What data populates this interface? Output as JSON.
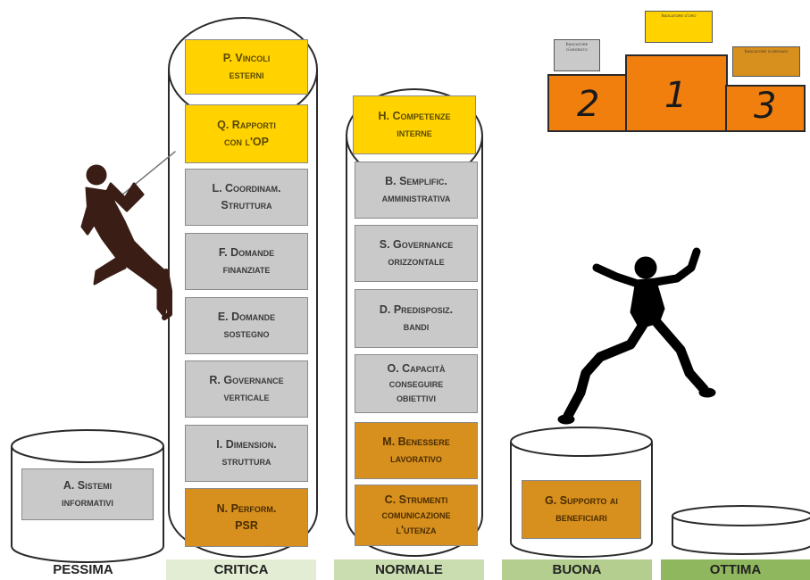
{
  "colors": {
    "yellow": "#FFD200",
    "grey": "#C9C9C9",
    "orange": "#D7901E",
    "podium_orange": "#F07F0E",
    "band_critica": "#E3EDD3",
    "band_normale": "#CADDB0",
    "band_buona": "#B3CE8E",
    "band_ottima": "#8FB75E"
  },
  "categories": {
    "pessima": "PESSIMA",
    "critica": "CRITICA",
    "normale": "NORMALE",
    "buona": "BUONA",
    "ottima": "OTTIMA"
  },
  "boxes": {
    "a": {
      "line1": "A. Sistemi",
      "line2": "informativi"
    },
    "p": {
      "line1": "P. Vincoli",
      "line2": "esterni"
    },
    "q": {
      "line1": "Q. Rapporti",
      "line2": "con l'OP"
    },
    "l": {
      "line1": "L. Coordinam.",
      "line2": "Struttura"
    },
    "f": {
      "line1": "F. Domande",
      "line2": "finanziate"
    },
    "e": {
      "line1": "E. Domande",
      "line2": "sostegno"
    },
    "r": {
      "line1": "R. Governance",
      "line2": "verticale"
    },
    "i": {
      "line1": "I. Dimension.",
      "line2": "struttura"
    },
    "n": {
      "line1": "N. Perform.",
      "line2": "PSR"
    },
    "h": {
      "line1": "H. Competenze",
      "line2": "interne"
    },
    "b": {
      "line1": "B. Semplific.",
      "line2": "amministrativa"
    },
    "s": {
      "line1": "S. Governance",
      "line2": "orizzontale"
    },
    "d": {
      "line1": "D. Predisposiz.",
      "line2": "bandi"
    },
    "o": {
      "line1": "O. Capacità",
      "line2": "conseguire",
      "line3": "obiettivi"
    },
    "m": {
      "line1": "M. Benessere",
      "line2": "lavorativo"
    },
    "c": {
      "line1": "C. Strumenti",
      "line2": "comunicazione",
      "line3": "l'utenza"
    },
    "g": {
      "line1": "G. Supporto ai",
      "line2": "beneficiari"
    }
  },
  "podium": {
    "first": "1",
    "second": "2",
    "third": "3",
    "sign_first": "Indicatore d'oro",
    "sign_second": "Indicatore d'argento",
    "sign_third": "Indicatore di bronzo"
  }
}
